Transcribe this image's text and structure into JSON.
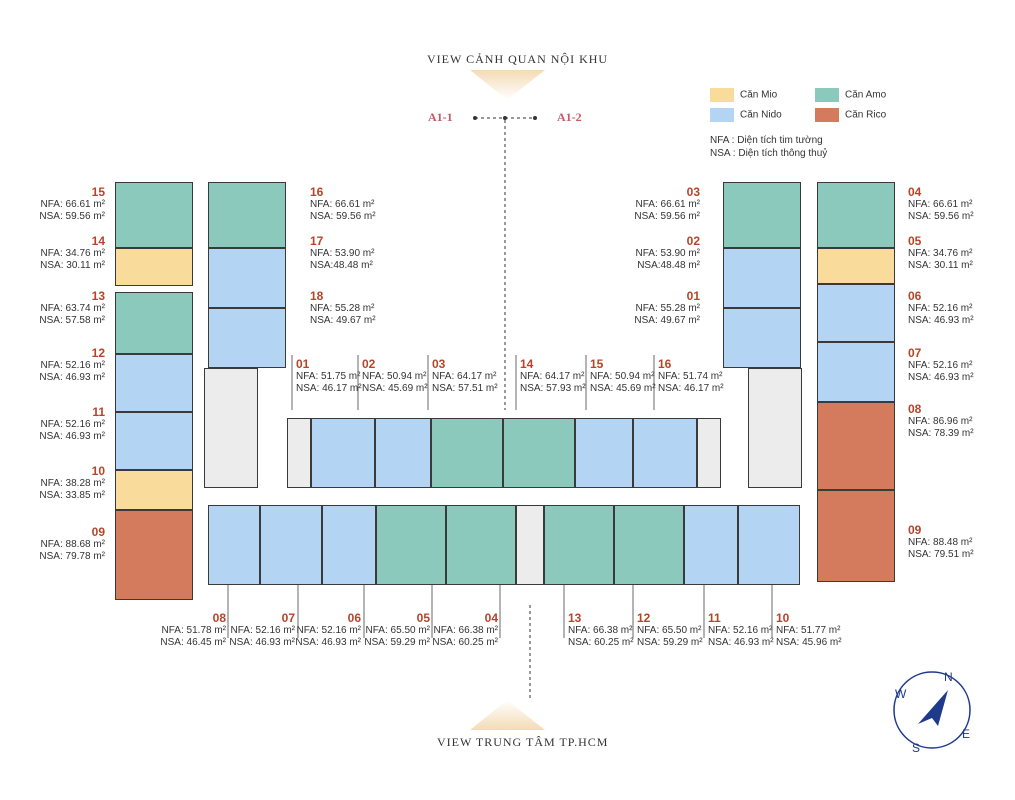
{
  "colors": {
    "mio": "#f9dc9c",
    "nido": "#b4d4f3",
    "amo": "#8cc9bd",
    "rico": "#d47b5e"
  },
  "headings": {
    "top": "VIEW CẢNH QUAN NỘI KHU",
    "bottom": "VIEW TRUNG TÂM TP.HCM"
  },
  "axis": {
    "left": "A1-1",
    "right": "A1-2"
  },
  "legend": [
    {
      "label": "Căn Mio",
      "color": "#f9dc9c"
    },
    {
      "label": "Căn Amo",
      "color": "#8cc9bd"
    },
    {
      "label": "Căn Nido",
      "color": "#b4d4f3"
    },
    {
      "label": "Căn Rico",
      "color": "#d47b5e"
    }
  ],
  "notes": [
    "NFA : Diện tích tim tường",
    "NSA : Diện tích thông thuỷ"
  ],
  "compass": {
    "n": "N",
    "e": "E",
    "s": "S",
    "w": "W"
  },
  "units": [
    {
      "num": "15",
      "nfa": "NFA: 66.61 m²",
      "nsa": "NSA: 59.56 m²"
    },
    {
      "num": "14",
      "nfa": "NFA: 34.76 m²",
      "nsa": "NSA: 30.11 m²"
    },
    {
      "num": "13",
      "nfa": "NFA: 63.74 m²",
      "nsa": "NSA: 57.58 m²"
    },
    {
      "num": "12",
      "nfa": "NFA: 52.16 m²",
      "nsa": "NSA: 46.93 m²"
    },
    {
      "num": "11",
      "nfa": "NFA: 52.16 m²",
      "nsa": "NSA: 46.93 m²"
    },
    {
      "num": "10",
      "nfa": "NFA: 38.28 m²",
      "nsa": "NSA: 33.85 m²"
    },
    {
      "num": "09",
      "nfa": "NFA: 88.68 m²",
      "nsa": "NSA: 79.78 m²"
    },
    {
      "num": "16",
      "nfa": "NFA: 66.61 m²",
      "nsa": "NSA: 59.56 m²"
    },
    {
      "num": "17",
      "nfa": "NFA: 53.90 m²",
      "nsa": "NSA:48.48 m²"
    },
    {
      "num": "18",
      "nfa": "NFA: 55.28 m²",
      "nsa": "NSA: 49.67 m²"
    },
    {
      "num": "01",
      "nfa": "NFA: 51.75 m²",
      "nsa": "NSA: 46.17 m²"
    },
    {
      "num": "02",
      "nfa": "NFA: 50.94 m²",
      "nsa": "NSA: 45.69 m²"
    },
    {
      "num": "03",
      "nfa": "NFA: 64.17 m²",
      "nsa": "NSA: 57.51 m²"
    },
    {
      "num": "14",
      "nfa": "NFA: 64.17 m²",
      "nsa": "NSA: 57.93 m²"
    },
    {
      "num": "15",
      "nfa": "NFA: 50.94 m²",
      "nsa": "NSA: 45.69 m²"
    },
    {
      "num": "16",
      "nfa": "NFA: 51.74 m²",
      "nsa": "NSA: 46.17 m²"
    },
    {
      "num": "03",
      "nfa": "NFA: 66.61 m²",
      "nsa": "NSA: 59.56 m²"
    },
    {
      "num": "02",
      "nfa": "NFA: 53.90 m²",
      "nsa": "NSA:48.48 m²"
    },
    {
      "num": "01",
      "nfa": "NFA: 55.28 m²",
      "nsa": "NSA: 49.67 m²"
    },
    {
      "num": "04",
      "nfa": "NFA: 66.61 m²",
      "nsa": "NSA: 59.56 m²"
    },
    {
      "num": "05",
      "nfa": "NFA: 34.76 m²",
      "nsa": "NSA: 30.11 m²"
    },
    {
      "num": "06",
      "nfa": "NFA: 52.16 m²",
      "nsa": "NSA: 46.93 m²"
    },
    {
      "num": "07",
      "nfa": "NFA: 52.16 m²",
      "nsa": "NSA: 46.93 m²"
    },
    {
      "num": "08",
      "nfa": "NFA: 86.96 m²",
      "nsa": "NSA: 78.39 m²"
    },
    {
      "num": "09",
      "nfa": "NFA: 88.48 m²",
      "nsa": "NSA: 79.51 m²"
    },
    {
      "num": "08",
      "nfa": "NFA: 51.78 m²",
      "nsa": "NSA: 46.45 m²"
    },
    {
      "num": "07",
      "nfa": "NFA: 52.16 m²",
      "nsa": "NSA: 46.93 m²"
    },
    {
      "num": "06",
      "nfa": "NFA: 52.16 m²",
      "nsa": "NSA: 46.93 m²"
    },
    {
      "num": "05",
      "nfa": "NFA: 65.50 m²",
      "nsa": "NSA: 59.29 m²"
    },
    {
      "num": "04",
      "nfa": "NFA: 66.38 m²",
      "nsa": "NSA: 60.25 m²"
    },
    {
      "num": "13",
      "nfa": "NFA: 66.38 m²",
      "nsa": "NSA: 60.25 m²"
    },
    {
      "num": "12",
      "nfa": "NFA: 65.50 m²",
      "nsa": "NSA: 59.29 m²"
    },
    {
      "num": "11",
      "nfa": "NFA: 52.16 m²",
      "nsa": "NSA: 46.93 m²"
    },
    {
      "num": "10",
      "nfa": "NFA: 51.77 m²",
      "nsa": "NSA: 45.96 m²"
    }
  ]
}
